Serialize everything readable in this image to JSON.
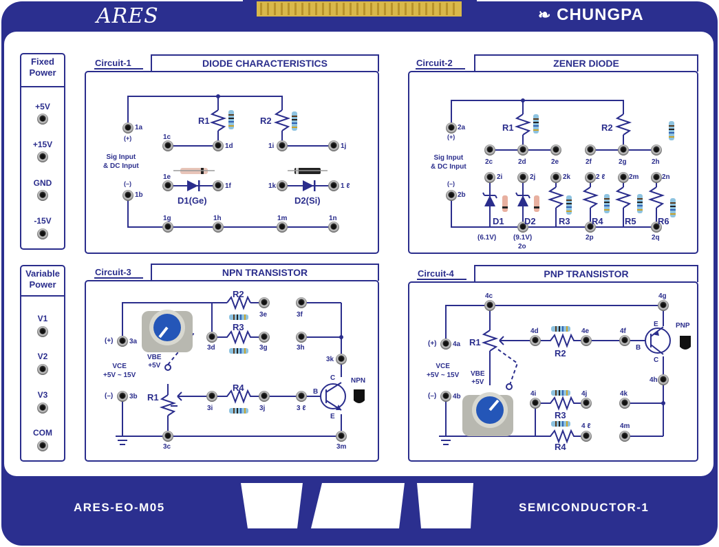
{
  "brand": {
    "left_logo": "ARES",
    "right_logo": "CHUNGPA"
  },
  "footer": {
    "model": "ARES-EO-M05",
    "subject": "SEMICONDUCTOR-1"
  },
  "fixed_power": {
    "title_line1": "Fixed",
    "title_line2": "Power",
    "items": [
      "+5V",
      "+15V",
      "GND",
      "-15V"
    ]
  },
  "variable_power": {
    "title_line1": "Variable",
    "title_line2": "Power",
    "items": [
      "V1",
      "V2",
      "V3",
      "COM"
    ]
  },
  "circuit1": {
    "label": "Circuit-1",
    "title": "DIODE CHARACTERISTICS",
    "sig_line1": "Sig Input",
    "sig_line2": "& DC Input",
    "plus": "(+)",
    "minus": "(–)",
    "r1": "R1",
    "r2": "R2",
    "d1": "D1(Ge)",
    "d2": "D2(Si)",
    "t1a": "1a",
    "t1b": "1b",
    "t1c": "1c",
    "t1d": "1d",
    "t1e": "1e",
    "t1f": "1f",
    "t1g": "1g",
    "t1h": "1h",
    "t1i": "1i",
    "t1j": "1j",
    "t1k": "1k",
    "t1l": "1 ℓ",
    "t1m": "1m",
    "t1n": "1n"
  },
  "circuit2": {
    "label": "Circuit-2",
    "title": "ZENER DIODE",
    "sig_line1": "Sig Input",
    "sig_line2": "& DC Input",
    "plus": "(+)",
    "minus": "(–)",
    "r1": "R1",
    "r2": "R2",
    "r3": "R3",
    "r4": "R4",
    "r5": "R5",
    "r6": "R6",
    "d1": "D1",
    "d2": "D2",
    "d1v": "(6.1V)",
    "d2v": "(9.1V)",
    "t2a": "2a",
    "t2b": "2b",
    "t2c": "2c",
    "t2d": "2d",
    "t2e": "2e",
    "t2f": "2f",
    "t2g": "2g",
    "t2h": "2h",
    "t2i": "2i",
    "t2j": "2j",
    "t2k": "2k",
    "t2l": "2 ℓ",
    "t2m": "2m",
    "t2n": "2n",
    "t2o": "2o",
    "t2p": "2p",
    "t2q": "2q"
  },
  "circuit3": {
    "label": "Circuit-3",
    "title": "NPN TRANSISTOR",
    "plus": "(+)",
    "minus": "(–)",
    "vce_line1": "VCE",
    "vce_line2": "+5V ~ 15V",
    "vbe_line1": "VBE",
    "vbe_line2": "+5V",
    "r1": "R1",
    "r2": "R2",
    "r3": "R3",
    "r4": "R4",
    "b": "B",
    "c": "C",
    "e": "E",
    "npn": "NPN",
    "t3a": "3a",
    "t3b": "3b",
    "t3c": "3c",
    "t3d": "3d",
    "t3e": "3e",
    "t3f": "3f",
    "t3g": "3g",
    "t3h": "3h",
    "t3i": "3i",
    "t3j": "3j",
    "t3k": "3k",
    "t3l": "3 ℓ",
    "t3m": "3m"
  },
  "circuit4": {
    "label": "Circuit-4",
    "title": "PNP TRANSISTOR",
    "plus": "(+)",
    "minus": "(–)",
    "vce_line1": "VCE",
    "vce_line2": "+5V ~ 15V",
    "vbe_line1": "VBE",
    "vbe_line2": "+5V",
    "r1": "R1",
    "r2": "R2",
    "r3": "R3",
    "r4": "R4",
    "b": "B",
    "c": "C",
    "e": "E",
    "pnp": "PNP",
    "t4a": "4a",
    "t4b": "4b",
    "t4c": "4c",
    "t4d": "4d",
    "t4e": "4e",
    "t4f": "4f",
    "t4g": "4g",
    "t4h": "4h",
    "t4i": "4i",
    "t4j": "4j",
    "t4k": "4k",
    "t4l": "4 ℓ",
    "t4m": "4m"
  },
  "colors": {
    "board_blue": "#2b2f8f",
    "panel_white": "#ffffff",
    "gold_contacts": "#d9b84a",
    "knob_blue": "#2456b8"
  }
}
